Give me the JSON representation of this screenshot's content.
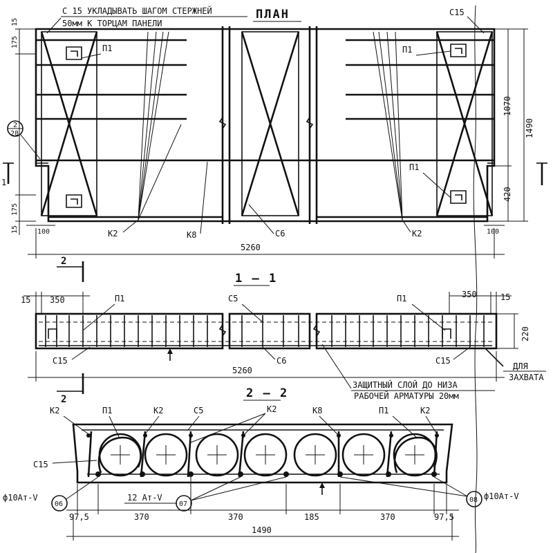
{
  "notes": {
    "c15_line1": "С 15 УКЛАДЫВАТЬ ШАГОМ СТЕРЖНЕЙ",
    "c15_line2": "50мм К ТОРЦАМ ПАНЕЛИ",
    "cover_line1": "ЗАЩИТНЫЙ СЛОЙ ДО НИЗА",
    "cover_line2": "РАБОЧЕЙ АРМАТУРЫ 20мм",
    "grip_line1": "ДЛЯ",
    "grip_line2": "ЗАХВАТА"
  },
  "titles": {
    "plan": "ПЛАН",
    "section_1": "1 – 1",
    "section_2": "2 – 2"
  },
  "cut_marks": {
    "one": "1",
    "two": "2"
  },
  "node_ref": {
    "top": "2",
    "bottom": "28"
  },
  "plan": {
    "labels": {
      "c15_left": "С15",
      "c15_right": "С15",
      "p1_tl": "П1",
      "p1_tr": "П1",
      "p1_br": "П1",
      "k2_left": "К2",
      "k2_right": "К2",
      "k8": "К8",
      "c6": "С6"
    },
    "dims": {
      "d175a": "175",
      "d15a": "15",
      "d175b": "175",
      "d15b": "15",
      "d100l": "100",
      "d100r": "100",
      "d1070": "1070",
      "d1490": "1490",
      "d420": "420",
      "length": "5260"
    }
  },
  "section11": {
    "labels": {
      "p1_left": "П1",
      "p1_right": "П1",
      "c5": "С5",
      "c6": "С6",
      "c15_left": "С15",
      "c15_right": "С15"
    },
    "dims": {
      "d15l": "15",
      "d350l": "350",
      "d350r": "350",
      "d15r": "15",
      "d220": "220",
      "length": "5260"
    }
  },
  "section22": {
    "labels": {
      "k2_l": "К2",
      "p1_l": "П1",
      "k2_m": "К2",
      "c5": "С5",
      "k2_r": "К2",
      "k8": "К8",
      "p1_r": "П1",
      "k2_rr": "К2",
      "c15": "С15"
    },
    "bars": {
      "left": "ф10Ат-V",
      "mid": "12 Ат-V",
      "right": "ф10Ат-V"
    },
    "marks": {
      "m06": "06",
      "m07": "07",
      "m08": "08"
    },
    "dims": {
      "d975l": "97,5",
      "d370a": "370",
      "d370b": "370",
      "d185": "185",
      "d370c": "370",
      "d975r": "97,5",
      "width": "1490"
    }
  }
}
